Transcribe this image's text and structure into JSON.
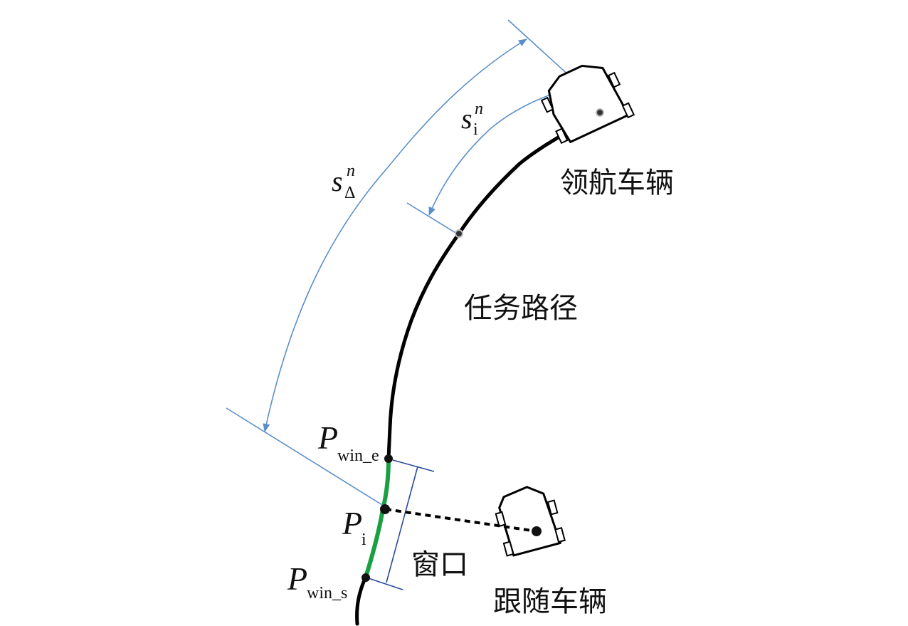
{
  "labels": {
    "leader_vehicle": "领航车辆",
    "task_path": "任务路径",
    "window": "窗口",
    "follower_vehicle": "跟随车辆"
  },
  "points": {
    "p_win_e": {
      "main": "P",
      "sub": "win_e"
    },
    "p_i": {
      "main": "P",
      "sub": "i"
    },
    "p_win_s": {
      "main": "P",
      "sub": "win_s"
    }
  },
  "arcs": {
    "s_delta": {
      "main": "s",
      "sub": "Δ",
      "sup": "n"
    },
    "s_i": {
      "main": "s",
      "sub": "i",
      "sup": "n"
    }
  },
  "colors": {
    "path": "#000000",
    "window_segment": "#1aa043",
    "dimension": "#5b8fc9",
    "window_bracket": "#2a4a9a"
  }
}
